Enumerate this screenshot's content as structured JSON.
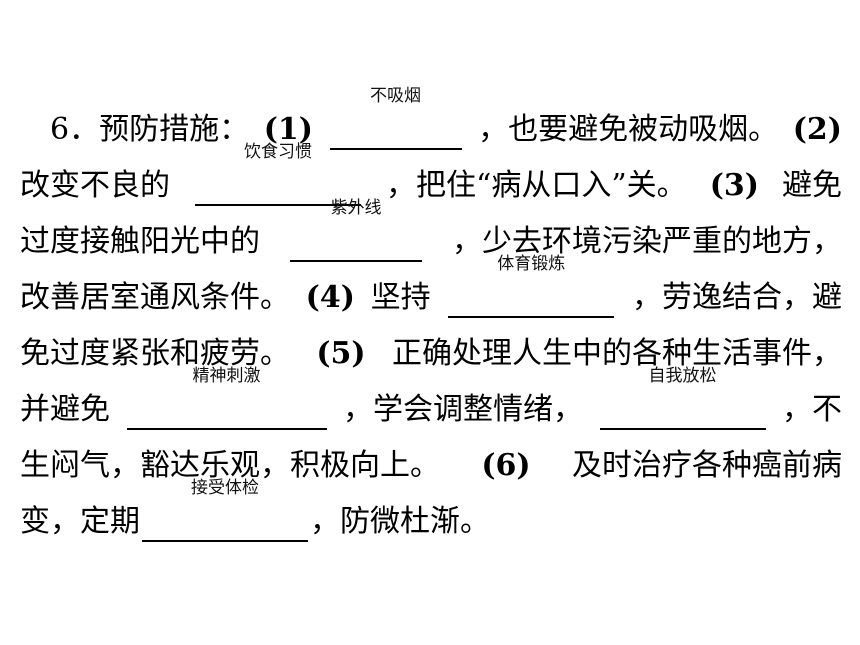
{
  "lines": [
    {
      "parts": [
        {
          "t": "text",
          "v": "　6．预防措施："
        },
        {
          "t": "num",
          "v": "(1)"
        },
        {
          "t": "blank",
          "answer": "不吸烟",
          "w": 132
        },
        {
          "t": "text",
          "v": "，也要避免被动吸烟。"
        },
        {
          "t": "num",
          "v": "(2)"
        }
      ]
    },
    {
      "parts": [
        {
          "t": "text",
          "v": "改变不良的"
        },
        {
          "t": "blank",
          "answer": "饮食习惯",
          "w": 166
        },
        {
          "t": "text",
          "v": "，把住“病从口入”关。"
        },
        {
          "t": "num",
          "v": "(3)"
        },
        {
          "t": "text",
          "v": "避免"
        }
      ]
    },
    {
      "parts": [
        {
          "t": "text",
          "v": "过度接触阳光中的"
        },
        {
          "t": "blank",
          "answer": "紫外线",
          "w": 132
        },
        {
          "t": "text",
          "v": "，少去环境污染严重的地方，"
        }
      ]
    },
    {
      "parts": [
        {
          "t": "text",
          "v": "改善居室通风条件。"
        },
        {
          "t": "num",
          "v": "(4)"
        },
        {
          "t": "text",
          "v": "坚持"
        },
        {
          "t": "blank",
          "answer": "体育锻炼",
          "w": 166
        },
        {
          "t": "text",
          "v": "，劳逸结合，避"
        }
      ]
    },
    {
      "parts": [
        {
          "t": "text",
          "v": "免过度紧张和疲劳。"
        },
        {
          "t": "num",
          "v": "(5)"
        },
        {
          "t": "text",
          "v": "正确处理人生中的各种生活事件，"
        }
      ]
    },
    {
      "parts": [
        {
          "t": "text",
          "v": "并避免"
        },
        {
          "t": "blank",
          "answer": "精神刺激",
          "w": 200
        },
        {
          "t": "text",
          "v": "，学会调整情绪，"
        },
        {
          "t": "blank",
          "answer": "自我放松",
          "w": 166
        },
        {
          "t": "text",
          "v": "，不"
        }
      ]
    },
    {
      "parts": [
        {
          "t": "text",
          "v": "生闷气，豁达乐观，积极向上。"
        },
        {
          "t": "num",
          "v": "(6)"
        },
        {
          "t": "text",
          "v": "及时治疗各种癌前病"
        }
      ]
    },
    {
      "parts": [
        {
          "t": "text",
          "v": "变，定期"
        },
        {
          "t": "blank",
          "answer": "接受体检",
          "w": 166
        },
        {
          "t": "text",
          "v": "，防微杜渐。"
        }
      ]
    }
  ]
}
